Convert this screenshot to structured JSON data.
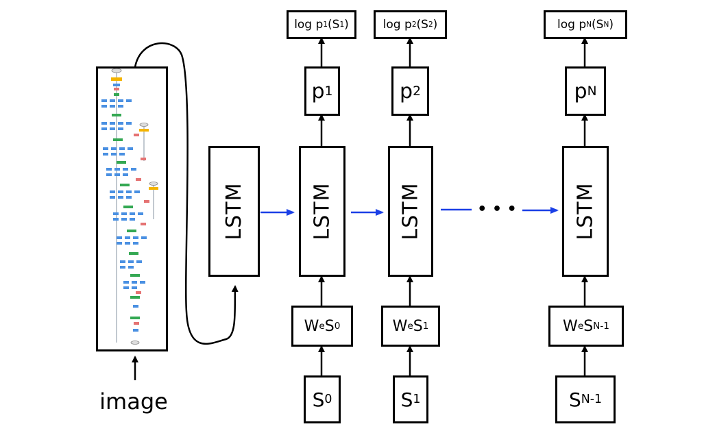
{
  "image_label": "image",
  "first_lstm_label": "LSTM",
  "ellipsis": "• • •",
  "columns": [
    {
      "id": "t1",
      "lstm": "LSTM",
      "log_prefix": "log p",
      "log_sub": "1",
      "log_arg_prefix": "(S",
      "log_arg_sub": "1",
      "log_arg_suffix": ")",
      "p_main": "p",
      "p_sub": "1",
      "we_main": "W",
      "we_sub": "e",
      "we_s": "S",
      "we_s_sub": "0",
      "s_main": "S",
      "s_sub": "0"
    },
    {
      "id": "t2",
      "lstm": "LSTM",
      "log_prefix": "log p",
      "log_sub": "2",
      "log_arg_prefix": "(S",
      "log_arg_sub": "2",
      "log_arg_suffix": ")",
      "p_main": "p",
      "p_sub": "2",
      "we_main": "W",
      "we_sub": "e",
      "we_s": "S",
      "we_s_sub": "1",
      "s_main": "S",
      "s_sub": "1"
    },
    {
      "id": "tN",
      "lstm": "LSTM",
      "log_prefix": "log p",
      "log_sub": "N",
      "log_arg_prefix": "(S",
      "log_arg_sub": "N",
      "log_arg_suffix": ")",
      "p_main": "p",
      "p_sub": "N",
      "we_main": "W",
      "we_sub": "e",
      "we_s": "S",
      "we_s_sub": "N-1",
      "s_main": "S",
      "s_sub": "N-1"
    }
  ],
  "colors": {
    "recurrent_arrow": "#1a3fe6",
    "stroke": "#000000"
  }
}
